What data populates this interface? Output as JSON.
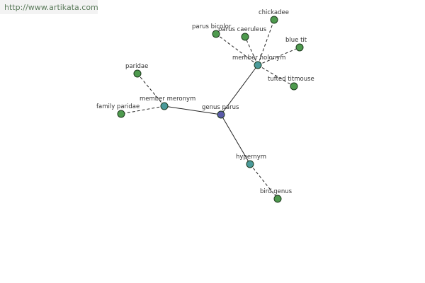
{
  "watermark": {
    "text": "http://www.artikata.com"
  },
  "graph": {
    "colors": {
      "root": "#5a5aa8",
      "relation": "#4a9a9a",
      "leaf": "#4e9a4e"
    },
    "nodes": [
      {
        "id": "root",
        "label": "genus parus",
        "kind": "root"
      },
      {
        "id": "member_meronym",
        "label": "member meronym",
        "kind": "relation"
      },
      {
        "id": "member_holonym",
        "label": "member holonym",
        "kind": "relation"
      },
      {
        "id": "hypernym",
        "label": "hypernym",
        "kind": "relation"
      },
      {
        "id": "paridae",
        "label": "paridae",
        "kind": "leaf"
      },
      {
        "id": "family_paridae",
        "label": "family paridae",
        "kind": "leaf"
      },
      {
        "id": "chickadee",
        "label": "chickadee",
        "kind": "leaf"
      },
      {
        "id": "parus_bicolor",
        "label": "parus bicolor",
        "kind": "leaf"
      },
      {
        "id": "parus_caeruleus",
        "label": "parus caeruleus",
        "kind": "leaf"
      },
      {
        "id": "blue_tit",
        "label": "blue tit",
        "kind": "leaf"
      },
      {
        "id": "tufted_titmouse",
        "label": "tufted titmouse",
        "kind": "leaf"
      },
      {
        "id": "bird_genus",
        "label": "bird genus",
        "kind": "leaf"
      }
    ],
    "edges": [
      {
        "from": "root",
        "to": "member_meronym",
        "style": "solid"
      },
      {
        "from": "root",
        "to": "member_holonym",
        "style": "solid"
      },
      {
        "from": "root",
        "to": "hypernym",
        "style": "solid"
      },
      {
        "from": "member_meronym",
        "to": "paridae",
        "style": "dashed"
      },
      {
        "from": "member_meronym",
        "to": "family_paridae",
        "style": "dashed"
      },
      {
        "from": "member_holonym",
        "to": "chickadee",
        "style": "dashed"
      },
      {
        "from": "member_holonym",
        "to": "parus_bicolor",
        "style": "dashed"
      },
      {
        "from": "member_holonym",
        "to": "parus_caeruleus",
        "style": "dashed"
      },
      {
        "from": "member_holonym",
        "to": "blue_tit",
        "style": "dashed"
      },
      {
        "from": "member_holonym",
        "to": "tufted_titmouse",
        "style": "dashed"
      },
      {
        "from": "hypernym",
        "to": "bird_genus",
        "style": "dashed"
      }
    ]
  }
}
